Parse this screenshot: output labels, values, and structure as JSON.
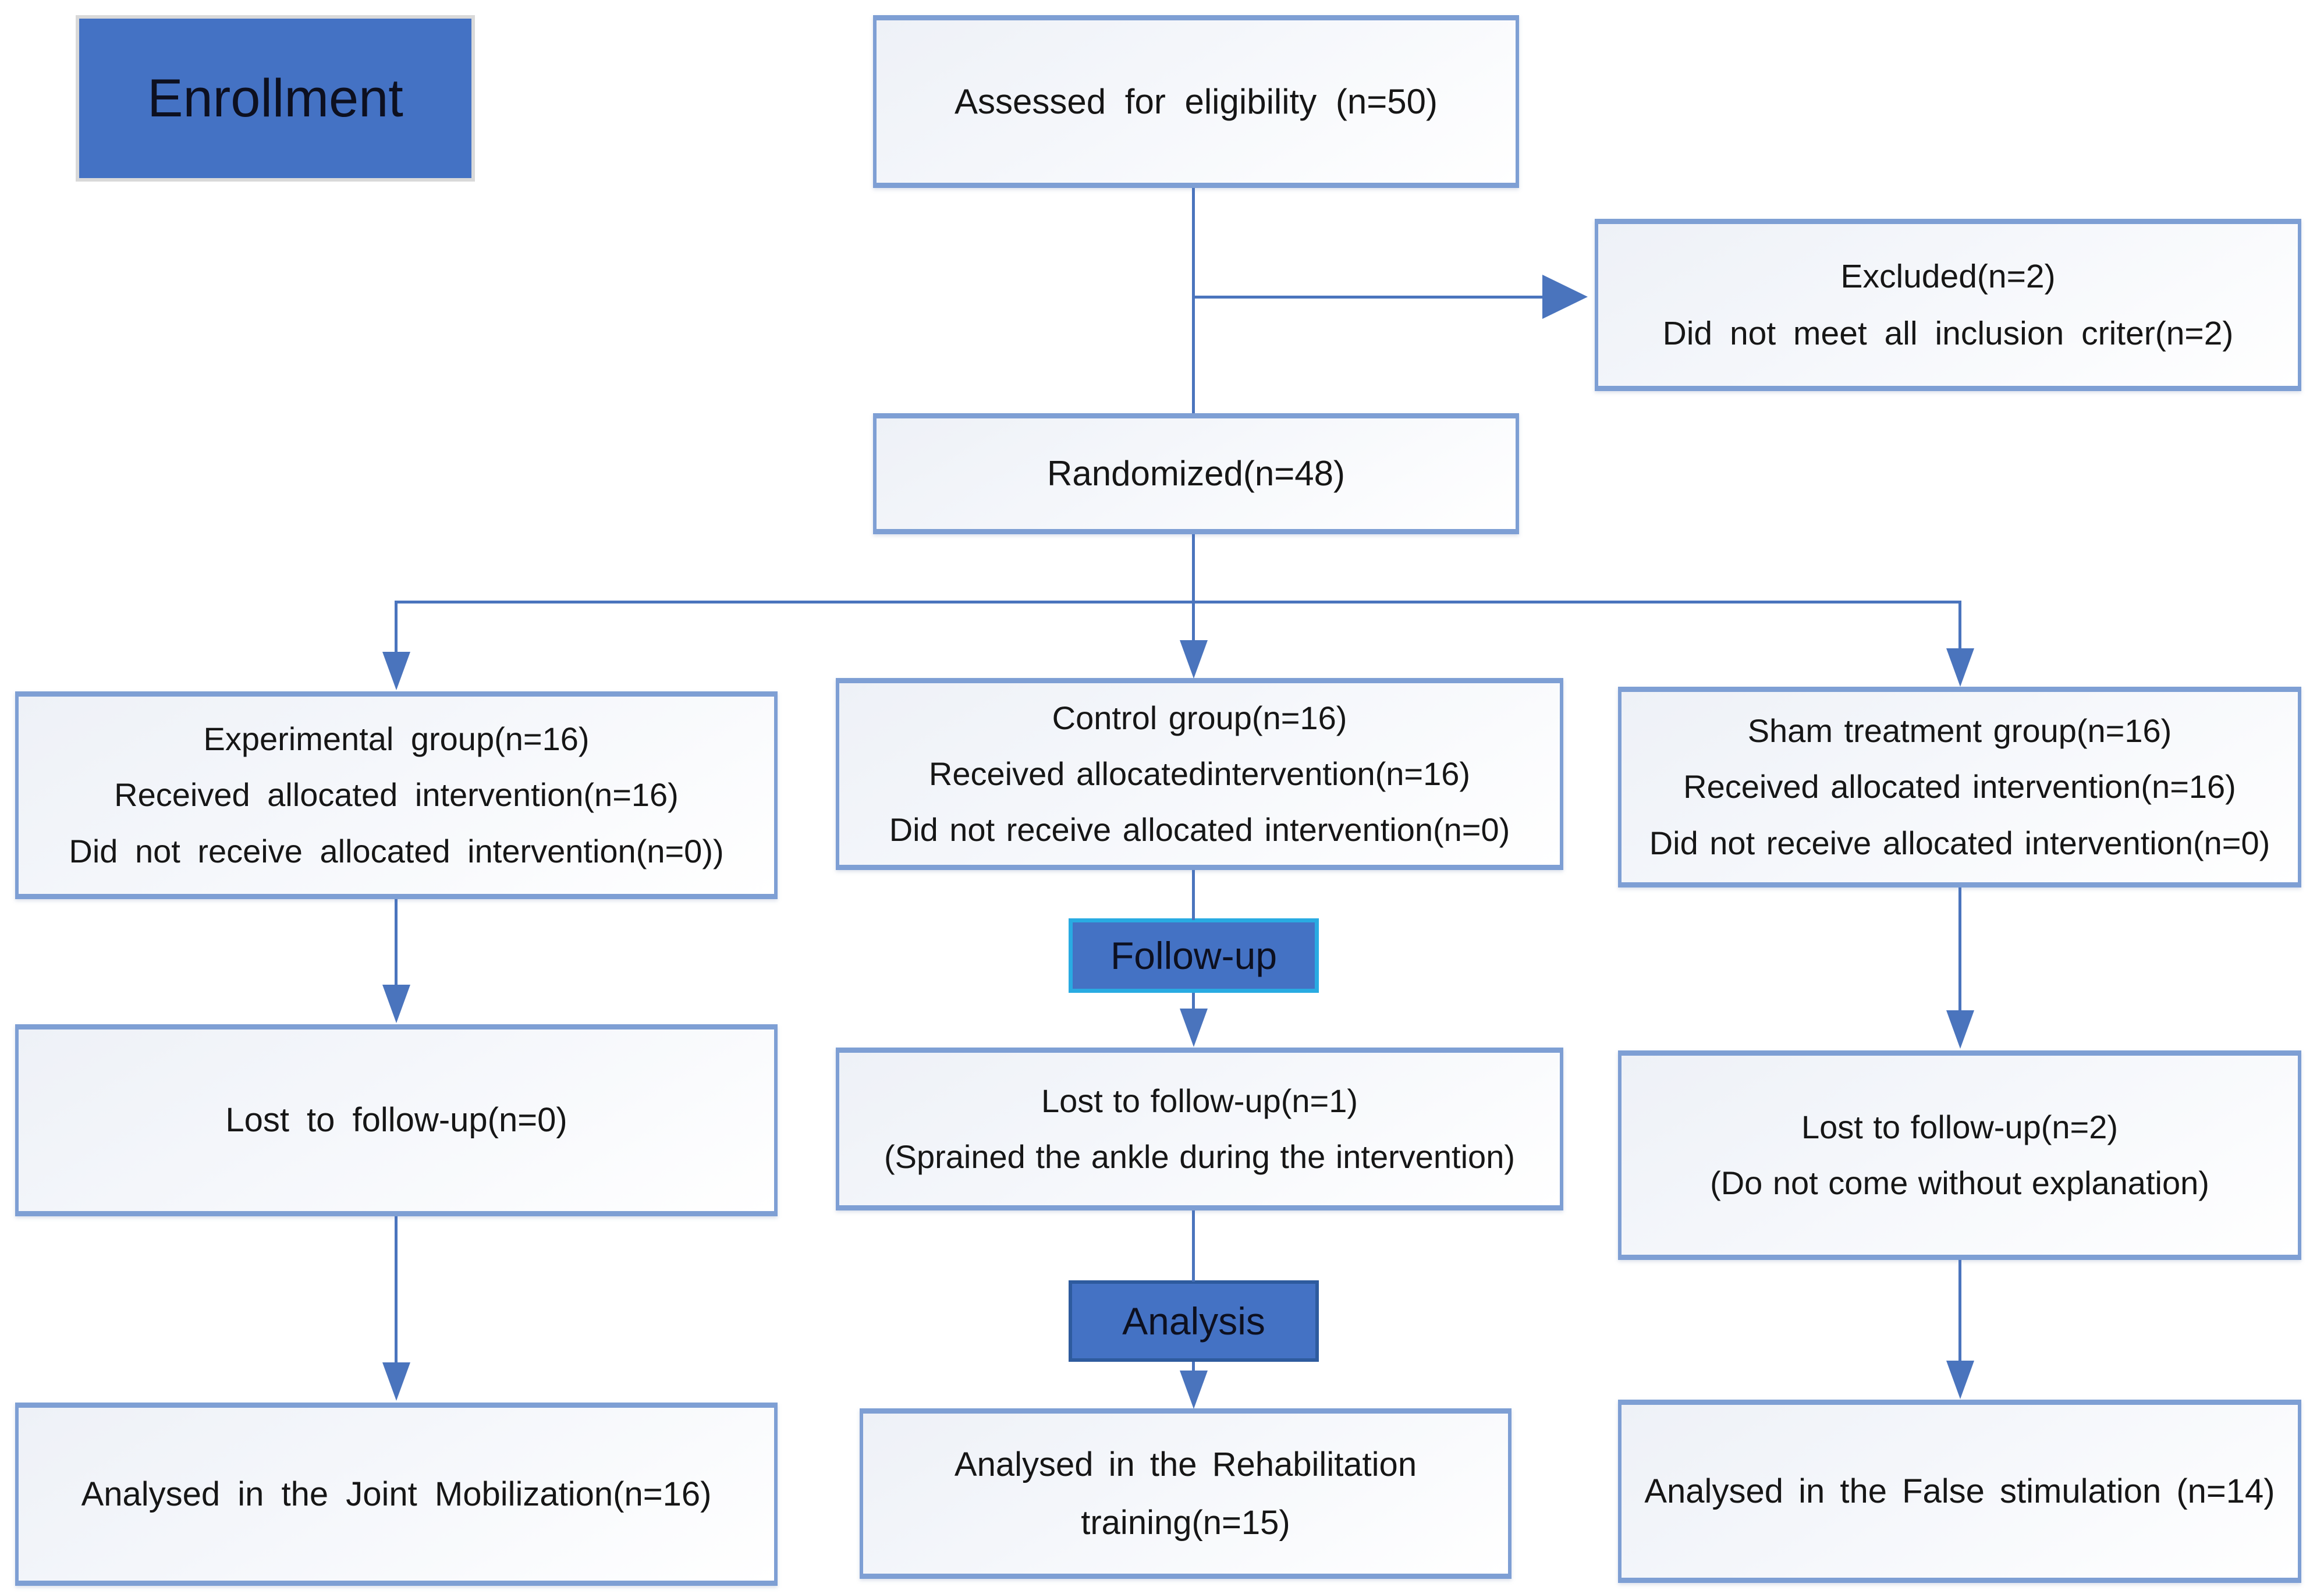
{
  "stages": {
    "enrollment": "Enrollment",
    "followup": "Follow-up",
    "analysis": "Analysis"
  },
  "nodes": {
    "assessed": {
      "lines": [
        "Assessed for eligibility (n=50)"
      ]
    },
    "excluded": {
      "lines": [
        "Excluded(n=2)",
        "Did not meet all inclusion criter(n=2)"
      ]
    },
    "randomized": {
      "lines": [
        "Randomized(n=48)"
      ]
    },
    "experimental_group": {
      "lines": [
        "Experimental group(n=16)",
        "Received allocated intervention(n=16)",
        "Did not receive allocated intervention(n=0))"
      ]
    },
    "control_group": {
      "lines": [
        "Control group(n=16)",
        "Received allocatedintervention(n=16)",
        "Did not receive allocated intervention(n=0)"
      ]
    },
    "sham_group": {
      "lines": [
        "Sham treatment group(n=16)",
        "Received allocated intervention(n=16)",
        "Did not receive allocated intervention(n=0)"
      ]
    },
    "lost_experimental": {
      "lines": [
        "Lost to follow-up(n=0)"
      ]
    },
    "lost_control": {
      "lines": [
        "Lost to follow-up(n=1)",
        "(Sprained the ankle during the intervention)"
      ]
    },
    "lost_sham": {
      "lines": [
        "Lost to follow-up(n=2)",
        "(Do not come without explanation)"
      ]
    },
    "analysed_experimental": {
      "lines": [
        "Analysed in the Joint Mobilization(n=16)"
      ]
    },
    "analysed_control": {
      "lines": [
        "Analysed in the Rehabilitation",
        "training(n=15)"
      ]
    },
    "analysed_sham": {
      "lines": [
        "Analysed in the False stimulation (n=14)"
      ]
    }
  },
  "colors": {
    "accent": "#4472c4",
    "line": "#4a74bd",
    "box-border": "#7e9fd4",
    "followup-border": "#29abe2",
    "analysis-border": "#2e5b9e",
    "enroll-border": "#d9d9d9",
    "ink": "#161616"
  }
}
